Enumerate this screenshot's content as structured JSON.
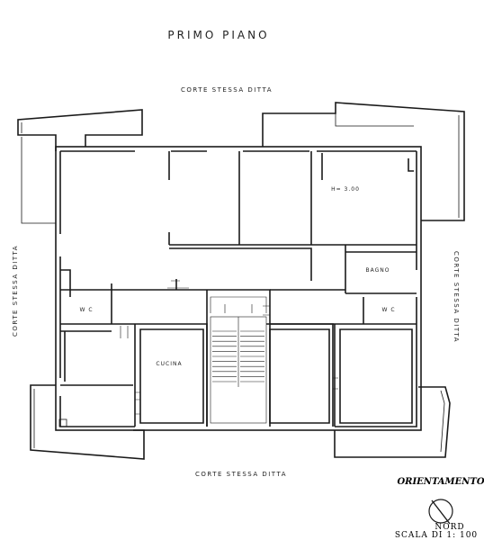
{
  "title": "PRIMO PIANO",
  "courtyard": {
    "top": "CORTE STESSA DITTA",
    "bottom": "CORTE STESSA DITTA",
    "left": "CORTE STESSA DITTA",
    "right": "CORTE STESSA DITTA"
  },
  "rooms": {
    "height_note": "H= 3.00",
    "bathroom": "BAGNO",
    "wc_left": "W C",
    "wc_right": "W C",
    "kitchen": "CUCINA"
  },
  "orientation": {
    "label": "ORIENTAMENTO",
    "north": "NORD",
    "scale": "SCALA DI 1: 100"
  }
}
